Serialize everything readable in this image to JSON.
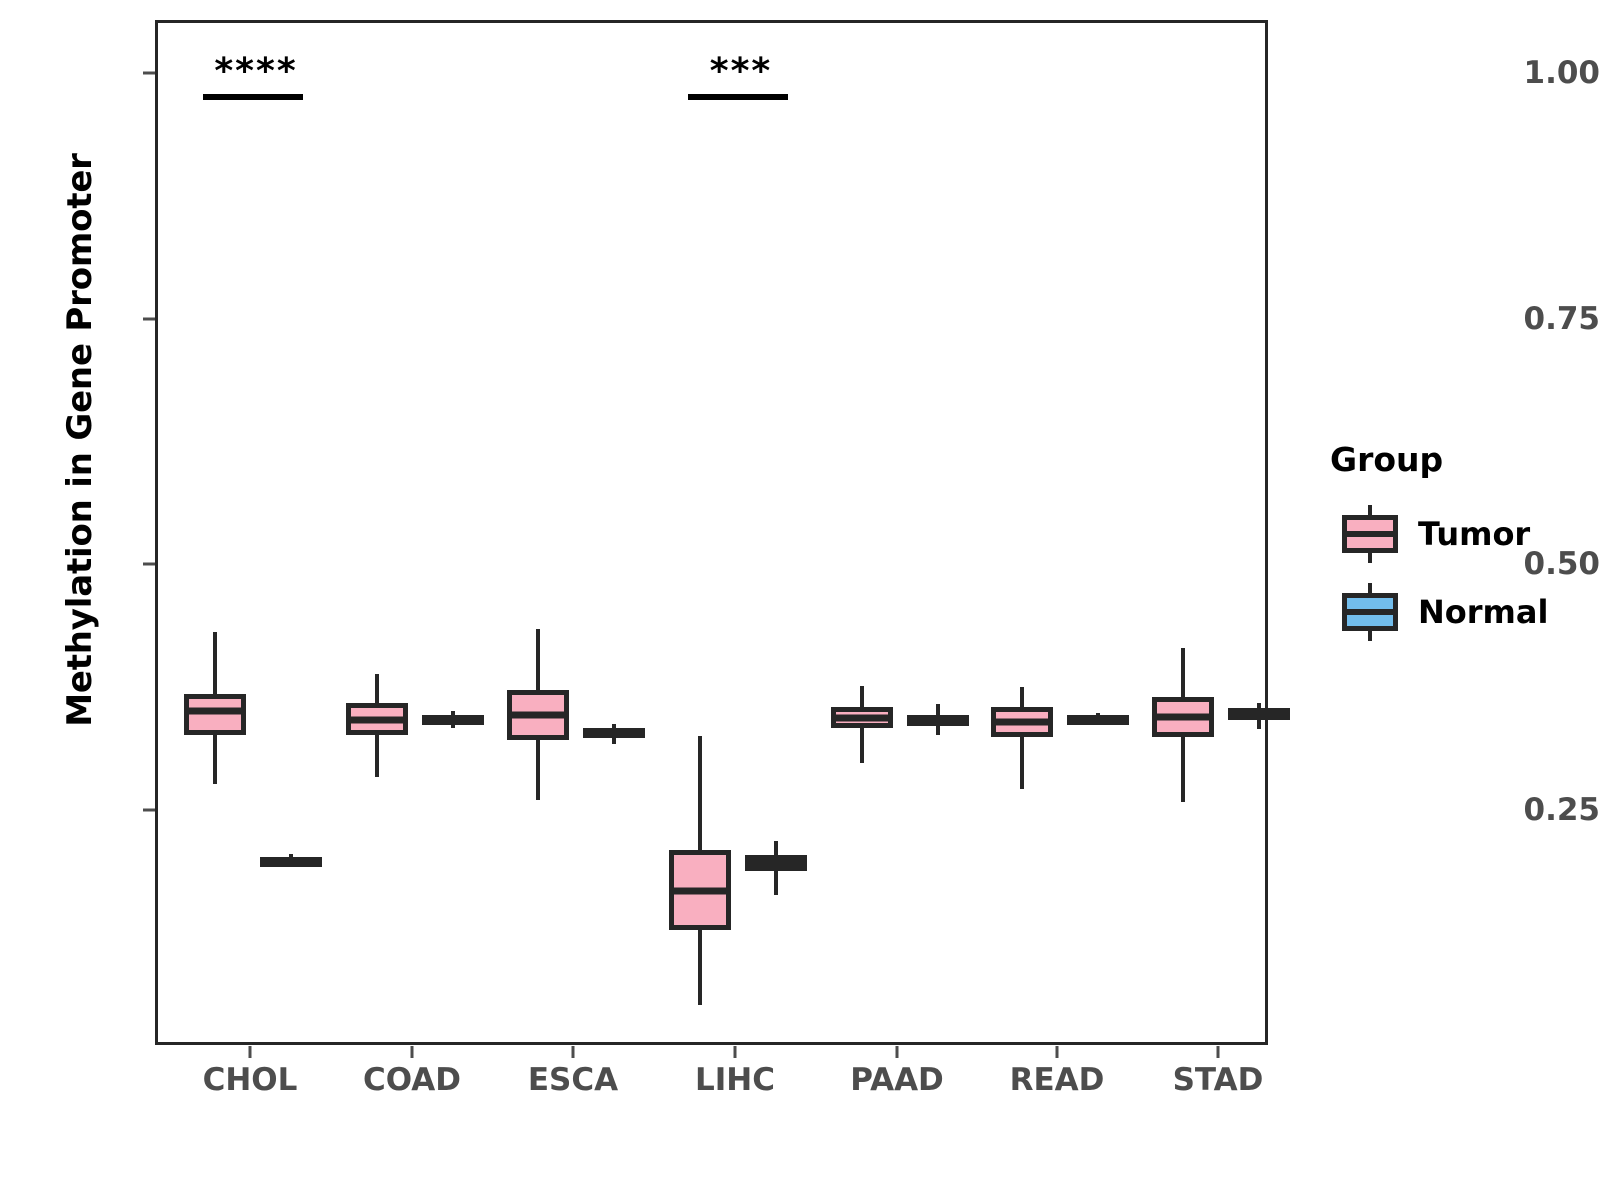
{
  "chart_data": {
    "type": "boxplot",
    "title": "",
    "xlabel": "",
    "ylabel": "Methylation in Gene Promoter",
    "ylim": [
      0.03,
      1.05
    ],
    "yticks": [
      0.25,
      0.5,
      0.75,
      1.0
    ],
    "ytick_labels": [
      "0.25",
      "0.50",
      "0.75",
      "1.00"
    ],
    "categories": [
      "CHOL",
      "COAD",
      "ESCA",
      "LIHC",
      "PAAD",
      "READ",
      "STAD"
    ],
    "grid": false,
    "legend": {
      "title": "Group",
      "position": "right",
      "entries": [
        {
          "name": "Tumor",
          "color": "#f9afc0"
        },
        {
          "name": "Normal",
          "color": "#72bdec"
        }
      ]
    },
    "series": [
      {
        "name": "Tumor",
        "color": "#f9afc0",
        "boxes": [
          {
            "category": "CHOL",
            "min": 0.279,
            "q1": 0.329,
            "median": 0.354,
            "q3": 0.371,
            "max": 0.434
          },
          {
            "category": "COAD",
            "min": 0.287,
            "q1": 0.329,
            "median": 0.345,
            "q3": 0.362,
            "max": 0.391
          },
          {
            "category": "ESCA",
            "min": 0.263,
            "q1": 0.324,
            "median": 0.35,
            "q3": 0.375,
            "max": 0.437
          },
          {
            "category": "LIHC",
            "min": 0.055,
            "q1": 0.131,
            "median": 0.171,
            "q3": 0.212,
            "max": 0.328
          },
          {
            "category": "PAAD",
            "min": 0.301,
            "q1": 0.336,
            "median": 0.347,
            "q3": 0.358,
            "max": 0.379
          },
          {
            "category": "READ",
            "min": 0.274,
            "q1": 0.327,
            "median": 0.343,
            "q3": 0.358,
            "max": 0.378
          },
          {
            "category": "STAD",
            "min": 0.261,
            "q1": 0.327,
            "median": 0.348,
            "q3": 0.368,
            "max": 0.418
          }
        ]
      },
      {
        "name": "Normal",
        "color": "#72bdec",
        "boxes": [
          {
            "category": "CHOL",
            "min": 0.196,
            "q1": 0.198,
            "median": 0.201,
            "q3": 0.205,
            "max": 0.208
          },
          {
            "category": "COAD",
            "min": 0.336,
            "q1": 0.34,
            "median": 0.345,
            "q3": 0.35,
            "max": 0.354
          },
          {
            "category": "ESCA",
            "min": 0.32,
            "q1": 0.326,
            "median": 0.331,
            "q3": 0.336,
            "max": 0.341
          },
          {
            "category": "LIHC",
            "min": 0.167,
            "q1": 0.191,
            "median": 0.199,
            "q3": 0.207,
            "max": 0.221
          },
          {
            "category": "PAAD",
            "min": 0.329,
            "q1": 0.339,
            "median": 0.345,
            "q3": 0.35,
            "max": 0.361
          },
          {
            "category": "READ",
            "min": 0.34,
            "q1": 0.342,
            "median": 0.346,
            "q3": 0.35,
            "max": 0.352
          },
          {
            "category": "STAD",
            "min": 0.335,
            "q1": 0.345,
            "median": 0.351,
            "q3": 0.357,
            "max": 0.362
          }
        ]
      }
    ],
    "annotations": [
      {
        "category": "CHOL",
        "label": "****",
        "y": 1.0
      },
      {
        "category": "LIHC",
        "label": "***",
        "y": 1.0
      }
    ]
  }
}
